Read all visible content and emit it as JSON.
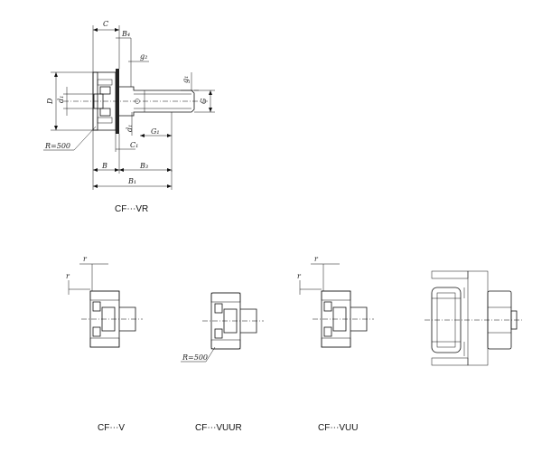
{
  "main_drawing": {
    "caption": "CF⋯VR",
    "labels": {
      "C": "C",
      "B4": "B₄",
      "g2": "g₂",
      "g1": "g₁",
      "D": "D",
      "d1_left": "d₁",
      "G": "G",
      "d1": "d₁",
      "G1": "G₁",
      "C1": "C₁",
      "R": "R=500",
      "B": "B",
      "B3": "B₃",
      "B1": "B₁"
    }
  },
  "variants": [
    {
      "caption": "CF⋯V",
      "r_top": "r",
      "r_side": "r"
    },
    {
      "caption": "CF⋯VUUR",
      "R": "R=500"
    },
    {
      "caption": "CF⋯VUU",
      "r_top": "r",
      "r_side": "r"
    },
    {
      "caption": ""
    }
  ]
}
